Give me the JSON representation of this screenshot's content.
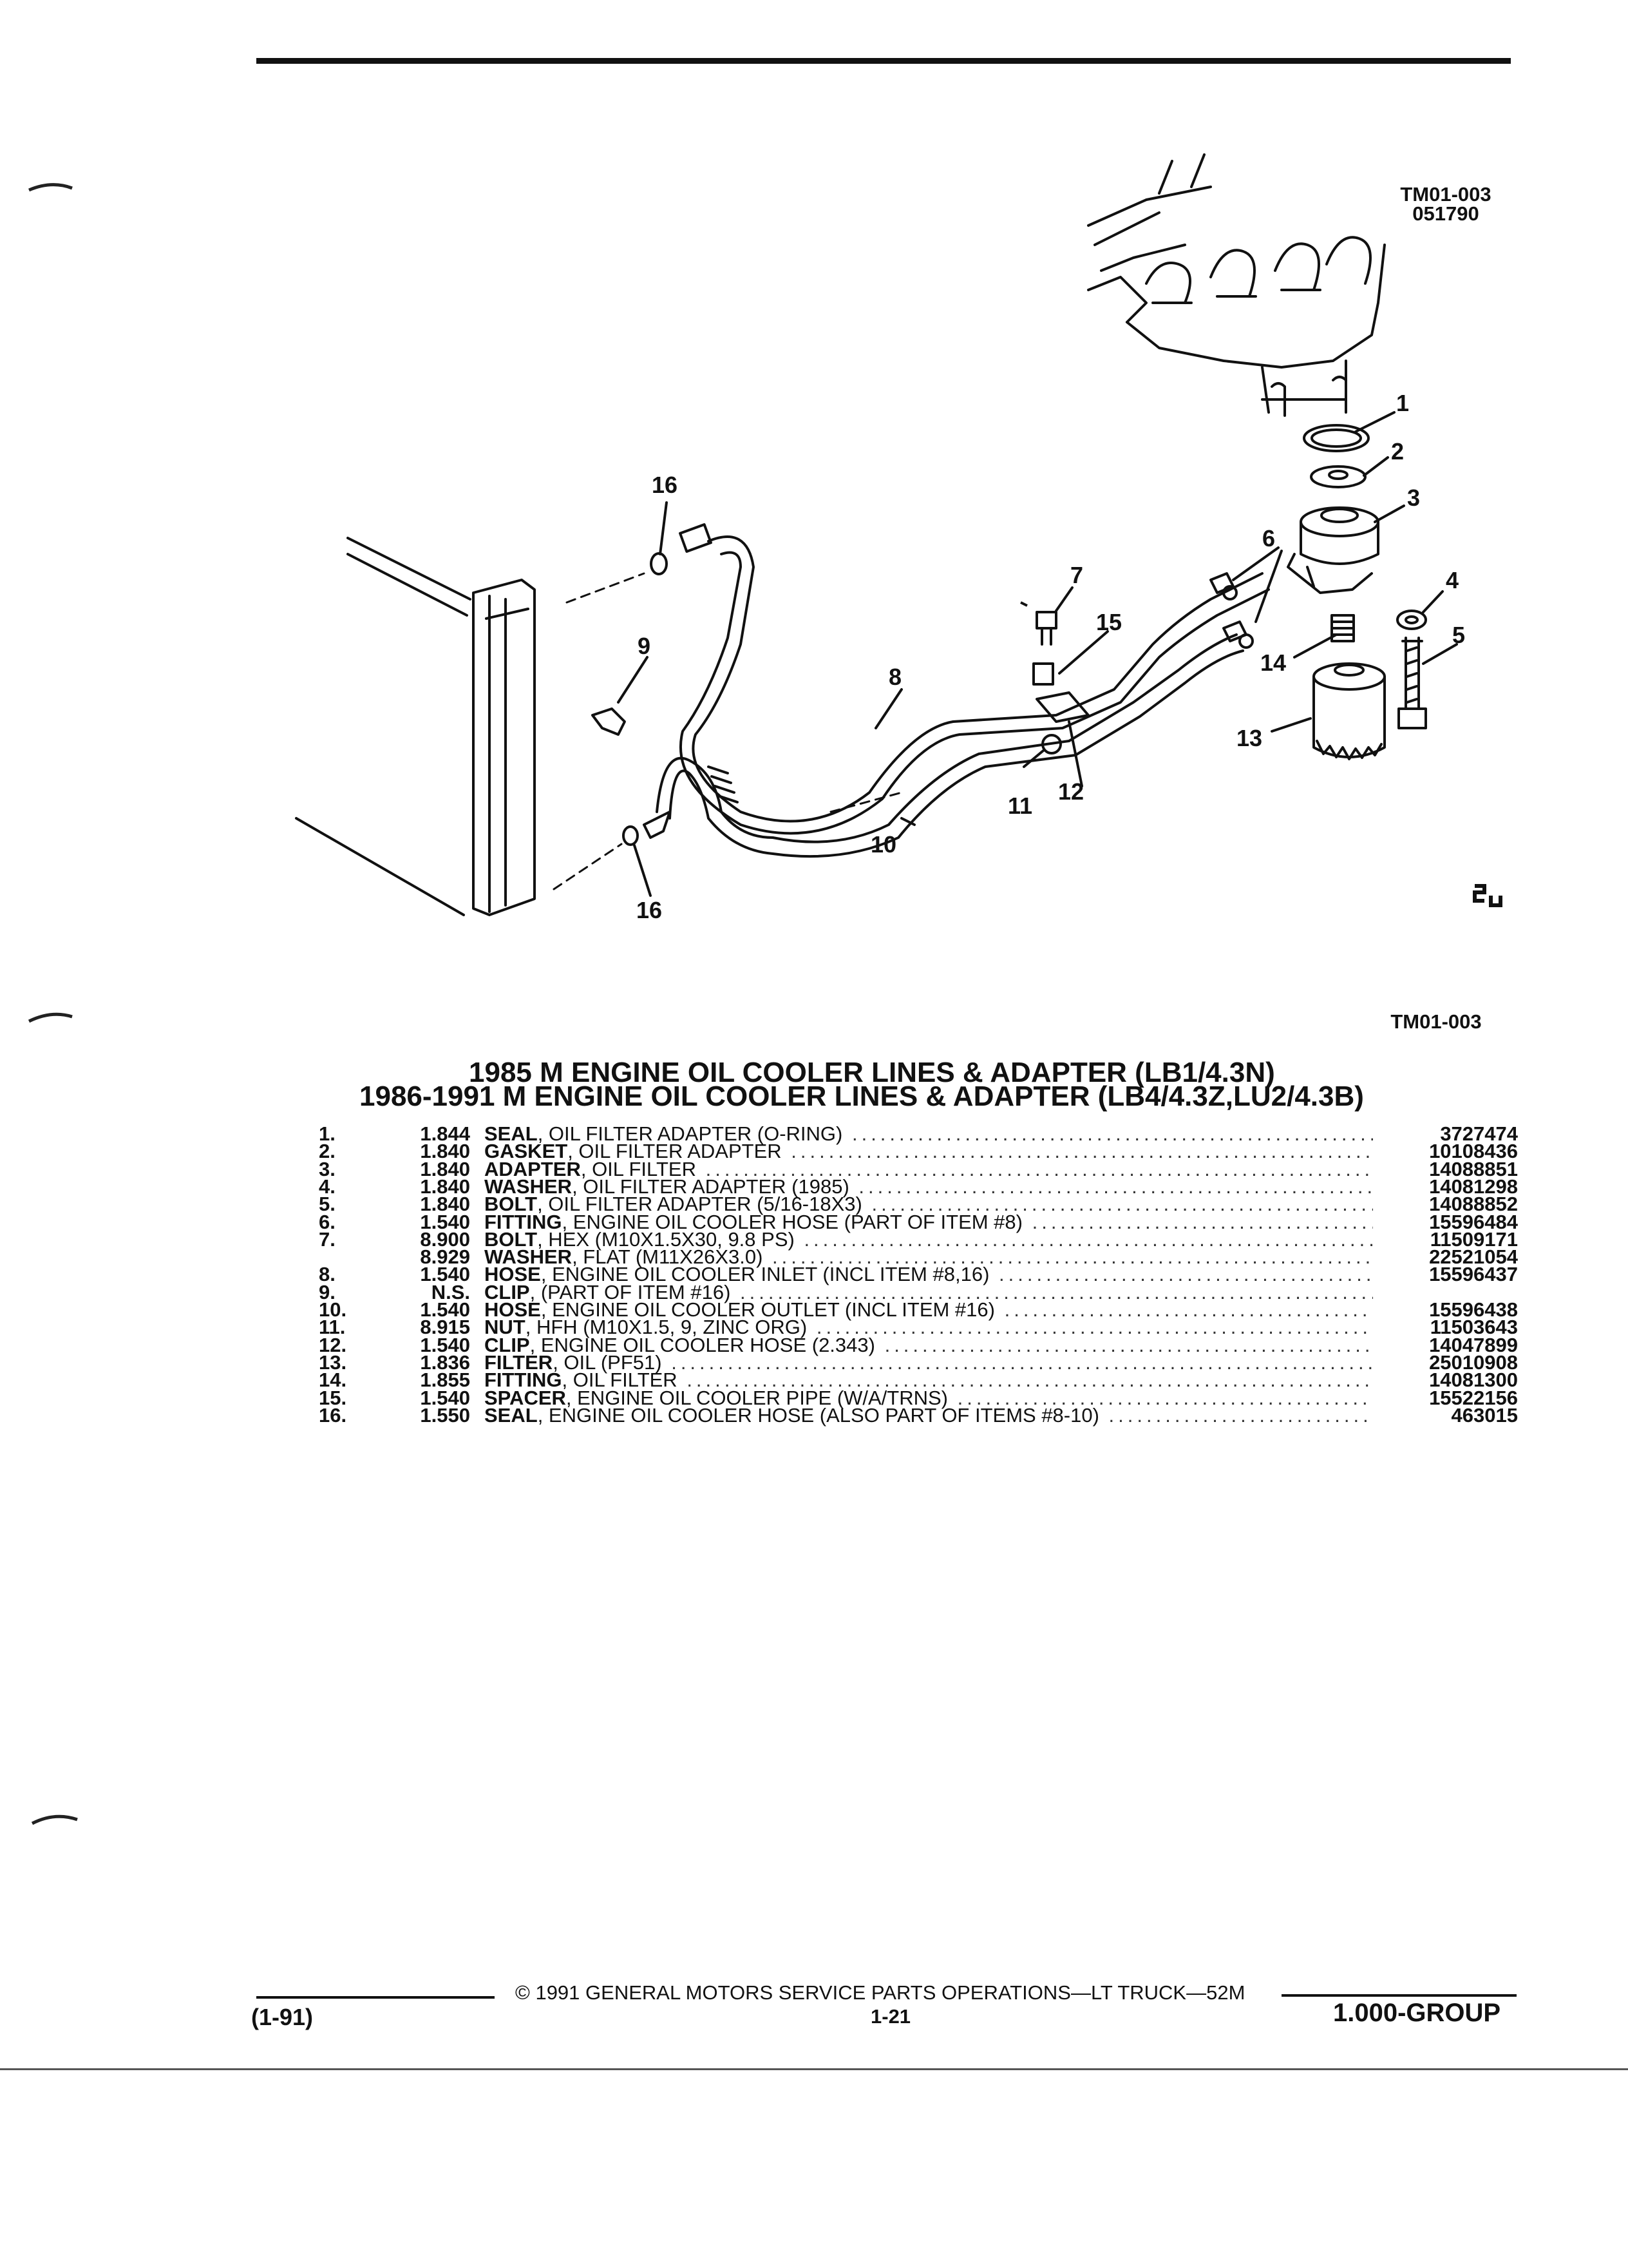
{
  "figure": {
    "code_top": "TM01-003",
    "date_code": "051790",
    "code_bottom": "TM01-003",
    "callouts": [
      "1",
      "2",
      "3",
      "4",
      "5",
      "6",
      "7",
      "8",
      "9",
      "10",
      "11",
      "12",
      "13",
      "14",
      "15",
      "16",
      "16"
    ]
  },
  "titles": {
    "line1": "1985 M ENGINE OIL COOLER LINES & ADAPTER (LB1/4.3N)",
    "line2": "1986-1991 M ENGINE OIL COOLER LINES & ADAPTER (LB4/4.3Z,LU2/4.3B)"
  },
  "parts": [
    {
      "no": "1.",
      "group": "1.844",
      "name": "SEAL",
      "desc": ", OIL FILTER ADAPTER (O-RING)",
      "part": "3727474"
    },
    {
      "no": "2.",
      "group": "1.840",
      "name": "GASKET",
      "desc": ", OIL FILTER ADAPTER",
      "part": "10108436"
    },
    {
      "no": "3.",
      "group": "1.840",
      "name": "ADAPTER",
      "desc": ", OIL FILTER",
      "part": "14088851"
    },
    {
      "no": "4.",
      "group": "1.840",
      "name": "WASHER",
      "desc": ", OIL FILTER ADAPTER (1985)",
      "part": "14081298"
    },
    {
      "no": "5.",
      "group": "1.840",
      "name": "BOLT",
      "desc": ", OIL FILTER ADAPTER (5/16-18X3)",
      "part": "14088852"
    },
    {
      "no": "6.",
      "group": "1.540",
      "name": "FITTING",
      "desc": ", ENGINE OIL COOLER HOSE (PART OF ITEM #8)",
      "part": "15596484"
    },
    {
      "no": "7.",
      "group": "8.900",
      "name": "BOLT",
      "desc": ", HEX (M10X1.5X30, 9.8 PS)",
      "part": "11509171"
    },
    {
      "no": "",
      "group": "8.929",
      "name": "WASHER",
      "desc": ", FLAT (M11X26X3.0)",
      "part": "22521054"
    },
    {
      "no": "8.",
      "group": "1.540",
      "name": "HOSE",
      "desc": ", ENGINE OIL COOLER INLET (INCL ITEM #8,16)",
      "part": "15596437"
    },
    {
      "no": "9.",
      "group": "N.S.",
      "name": "CLIP",
      "desc": ", (PART OF ITEM #16)",
      "part": ""
    },
    {
      "no": "10.",
      "group": "1.540",
      "name": "HOSE",
      "desc": ", ENGINE OIL COOLER OUTLET (INCL ITEM #16)",
      "part": "15596438"
    },
    {
      "no": "11.",
      "group": "8.915",
      "name": "NUT",
      "desc": ", HFH (M10X1.5, 9, ZINC ORG)",
      "part": "11503643"
    },
    {
      "no": "12.",
      "group": "1.540",
      "name": "CLIP",
      "desc": ", ENGINE OIL COOLER HOSE (2.343)",
      "part": "14047899"
    },
    {
      "no": "13.",
      "group": "1.836",
      "name": "FILTER",
      "desc": ", OIL (PF51)",
      "part": "25010908"
    },
    {
      "no": "14.",
      "group": "1.855",
      "name": "FITTING",
      "desc": ", OIL FILTER",
      "part": "14081300"
    },
    {
      "no": "15.",
      "group": "1.540",
      "name": "SPACER",
      "desc": ", ENGINE OIL COOLER PIPE (W/A/TRNS)",
      "part": "15522156"
    },
    {
      "no": "16.",
      "group": "1.550",
      "name": "SEAL",
      "desc": ", ENGINE OIL COOLER HOSE (ALSO PART OF ITEMS #8-10)",
      "part": "463015"
    }
  ],
  "footer": {
    "copyright": "© 1991 GENERAL MOTORS SERVICE PARTS OPERATIONS—LT TRUCK—52M",
    "date": "(1-91)",
    "page": "1-21",
    "group": "1.000-GROUP"
  }
}
